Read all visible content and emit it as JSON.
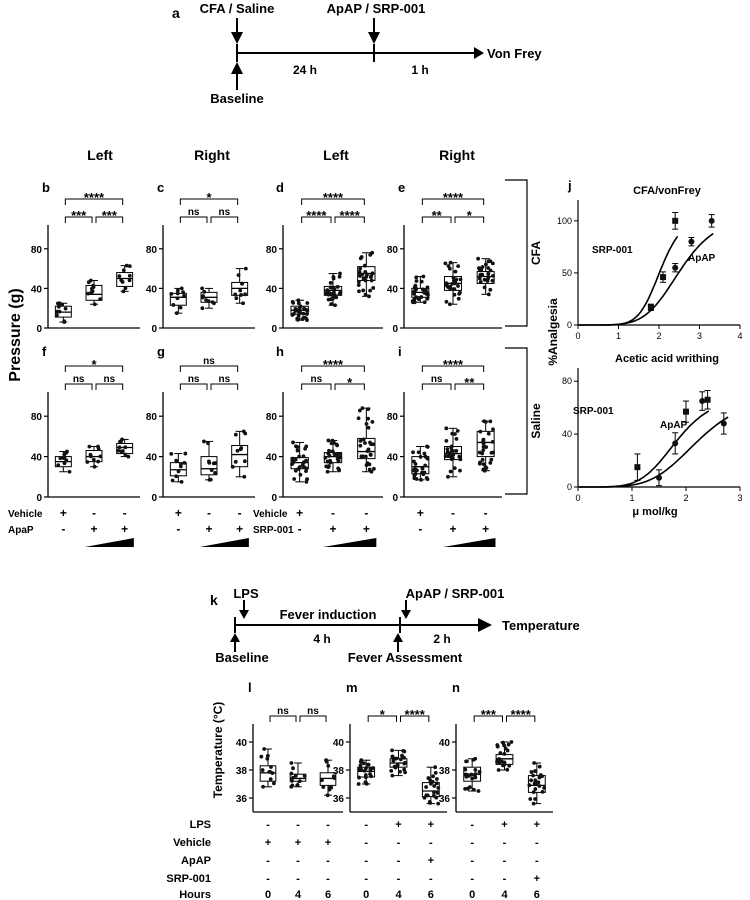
{
  "panel_letters": {
    "a": "a",
    "b": "b",
    "c": "c",
    "d": "d",
    "e": "e",
    "f": "f",
    "g": "g",
    "h": "h",
    "i": "i",
    "j": "j",
    "k": "k",
    "l": "l",
    "m": "m",
    "n": "n"
  },
  "timeline_a": {
    "top1": "CFA / Saline",
    "top2": "ApAP / SRP-001",
    "bottom1": "Baseline",
    "seg1": "24 h",
    "seg2": "1 h",
    "end": "Von Frey"
  },
  "timeline_k": {
    "top1": "LPS",
    "top2": "ApAP / SRP-001",
    "bottom1": "Baseline",
    "bottom2": "Fever Assessment",
    "seg1": "Fever induction",
    "seg2": "4 h",
    "seg3": "2 h",
    "end": "Temperature"
  },
  "col_headers": [
    "Left",
    "Right",
    "Left",
    "Right"
  ],
  "pressure_ylabel": "Pressure (g)",
  "group_labels": {
    "cfa": "CFA",
    "saline": "Saline"
  },
  "bottom_rows_left": [
    {
      "label": "Vehicle",
      "marks": [
        "+",
        "-",
        "-"
      ]
    },
    {
      "label": "ApaP",
      "marks": [
        "-",
        "+",
        "+"
      ]
    }
  ],
  "bottom_rows_right": [
    {
      "label": "Vehicle",
      "marks": [
        "+",
        "-",
        "-"
      ]
    },
    {
      "label": "SRP-001",
      "marks": [
        "-",
        "+",
        "+"
      ]
    }
  ],
  "bottom_rows_temp": [
    {
      "label": "LPS",
      "marks": [
        [
          "-",
          "-",
          "-"
        ],
        [
          "-",
          "+",
          "+"
        ],
        [
          "-",
          "+",
          "+"
        ]
      ]
    },
    {
      "label": "Vehicle",
      "marks": [
        [
          "+",
          "+",
          "+"
        ],
        [
          "-",
          "-",
          "-"
        ],
        [
          "-",
          "-",
          "-"
        ]
      ]
    },
    {
      "label": "ApAP",
      "marks": [
        [
          "-",
          "-",
          "-"
        ],
        [
          "-",
          "-",
          "+"
        ],
        [
          "-",
          "-",
          "-"
        ]
      ]
    },
    {
      "label": "SRP-001",
      "marks": [
        [
          "-",
          "-",
          "-"
        ],
        [
          "-",
          "-",
          "-"
        ],
        [
          "-",
          "-",
          "+"
        ]
      ]
    },
    {
      "label": "Hours",
      "marks": [
        [
          "0",
          "4",
          "6"
        ],
        [
          "0",
          "4",
          "6"
        ],
        [
          "0",
          "4",
          "6"
        ]
      ]
    }
  ],
  "temp_ylabel": "Temperature (°C)",
  "chart_data": [
    {
      "id": "b",
      "type": "box",
      "column": "Left",
      "group": "CFA",
      "ylim": [
        0,
        100
      ],
      "yticks": [
        "0",
        "40",
        "80"
      ],
      "boxes": [
        {
          "min": 6,
          "q1": 11,
          "median": 16,
          "q3": 22,
          "max": 25
        },
        {
          "min": 24,
          "q1": 28,
          "median": 34,
          "q3": 43,
          "max": 48
        },
        {
          "min": 37,
          "q1": 42,
          "median": 50,
          "q3": 56,
          "max": 63
        }
      ],
      "sig": [
        {
          "a": 0,
          "b": 1,
          "label": "***"
        },
        {
          "a": 1,
          "b": 2,
          "label": "***"
        },
        {
          "a": 0,
          "b": 2,
          "label": "****"
        }
      ]
    },
    {
      "id": "c",
      "type": "box",
      "column": "Right",
      "group": "CFA",
      "ylim": [
        0,
        100
      ],
      "yticks": [
        "0",
        "40",
        "80"
      ],
      "boxes": [
        {
          "min": 15,
          "q1": 23,
          "median": 31,
          "q3": 35,
          "max": 40
        },
        {
          "min": 20,
          "q1": 26,
          "median": 31,
          "q3": 36,
          "max": 40
        },
        {
          "min": 25,
          "q1": 33,
          "median": 40,
          "q3": 46,
          "max": 60
        }
      ],
      "sig": [
        {
          "a": 0,
          "b": 1,
          "label": "ns"
        },
        {
          "a": 1,
          "b": 2,
          "label": "ns"
        },
        {
          "a": 0,
          "b": 2,
          "label": "*"
        }
      ]
    },
    {
      "id": "d",
      "type": "box",
      "column": "Left",
      "group": "CFA",
      "ylim": [
        0,
        100
      ],
      "yticks": [
        "0",
        "40",
        "80"
      ],
      "boxes": [
        {
          "min": 8,
          "q1": 14,
          "median": 18,
          "q3": 22,
          "max": 28
        },
        {
          "min": 23,
          "q1": 33,
          "median": 38,
          "q3": 42,
          "max": 55
        },
        {
          "min": 32,
          "q1": 48,
          "median": 55,
          "q3": 62,
          "max": 76
        }
      ],
      "sig": [
        {
          "a": 0,
          "b": 1,
          "label": "****"
        },
        {
          "a": 1,
          "b": 2,
          "label": "****"
        },
        {
          "a": 0,
          "b": 2,
          "label": "****"
        }
      ]
    },
    {
      "id": "e",
      "type": "box",
      "column": "Right",
      "group": "CFA",
      "ylim": [
        0,
        100
      ],
      "yticks": [
        "0",
        "40",
        "80"
      ],
      "boxes": [
        {
          "min": 26,
          "q1": 31,
          "median": 36,
          "q3": 40,
          "max": 52
        },
        {
          "min": 24,
          "q1": 38,
          "median": 45,
          "q3": 52,
          "max": 66
        },
        {
          "min": 34,
          "q1": 45,
          "median": 52,
          "q3": 57,
          "max": 70
        }
      ],
      "sig": [
        {
          "a": 0,
          "b": 1,
          "label": "**"
        },
        {
          "a": 1,
          "b": 2,
          "label": "*"
        },
        {
          "a": 0,
          "b": 2,
          "label": "****"
        }
      ]
    },
    {
      "id": "f",
      "type": "box",
      "column": "Left",
      "group": "Saline",
      "ylim": [
        0,
        100
      ],
      "yticks": [
        "0",
        "40",
        "80"
      ],
      "boxes": [
        {
          "min": 25,
          "q1": 30,
          "median": 35,
          "q3": 40,
          "max": 45
        },
        {
          "min": 30,
          "q1": 35,
          "median": 40,
          "q3": 46,
          "max": 50
        },
        {
          "min": 40,
          "q1": 43,
          "median": 49,
          "q3": 53,
          "max": 57
        }
      ],
      "sig": [
        {
          "a": 0,
          "b": 1,
          "label": "ns"
        },
        {
          "a": 1,
          "b": 2,
          "label": "ns"
        },
        {
          "a": 0,
          "b": 2,
          "label": "*"
        }
      ]
    },
    {
      "id": "g",
      "type": "box",
      "column": "Right",
      "group": "Saline",
      "ylim": [
        0,
        100
      ],
      "yticks": [
        "0",
        "40",
        "80"
      ],
      "boxes": [
        {
          "min": 15,
          "q1": 21,
          "median": 27,
          "q3": 34,
          "max": 43
        },
        {
          "min": 17,
          "q1": 22,
          "median": 28,
          "q3": 40,
          "max": 55
        },
        {
          "min": 20,
          "q1": 30,
          "median": 42,
          "q3": 51,
          "max": 65
        }
      ],
      "sig": [
        {
          "a": 0,
          "b": 1,
          "label": "ns"
        },
        {
          "a": 1,
          "b": 2,
          "label": "ns"
        },
        {
          "a": 0,
          "b": 2,
          "label": "ns"
        }
      ]
    },
    {
      "id": "h",
      "type": "box",
      "column": "Left",
      "group": "Saline",
      "ylim": [
        0,
        100
      ],
      "yticks": [
        "0",
        "40",
        "80"
      ],
      "boxes": [
        {
          "min": 15,
          "q1": 28,
          "median": 34,
          "q3": 39,
          "max": 54
        },
        {
          "min": 25,
          "q1": 34,
          "median": 40,
          "q3": 44,
          "max": 56
        },
        {
          "min": 25,
          "q1": 38,
          "median": 45,
          "q3": 58,
          "max": 88
        }
      ],
      "sig": [
        {
          "a": 0,
          "b": 1,
          "label": "ns"
        },
        {
          "a": 1,
          "b": 2,
          "label": "*"
        },
        {
          "a": 0,
          "b": 2,
          "label": "****"
        }
      ]
    },
    {
      "id": "i",
      "type": "box",
      "column": "Right",
      "group": "Saline",
      "ylim": [
        0,
        100
      ],
      "yticks": [
        "0",
        "40",
        "80"
      ],
      "boxes": [
        {
          "min": 17,
          "q1": 23,
          "median": 30,
          "q3": 40,
          "max": 50
        },
        {
          "min": 20,
          "q1": 37,
          "median": 43,
          "q3": 50,
          "max": 68
        },
        {
          "min": 26,
          "q1": 40,
          "median": 54,
          "q3": 65,
          "max": 75
        }
      ],
      "sig": [
        {
          "a": 0,
          "b": 1,
          "label": "ns"
        },
        {
          "a": 1,
          "b": 2,
          "label": "**"
        },
        {
          "a": 0,
          "b": 2,
          "label": "****"
        }
      ]
    },
    {
      "id": "j_top",
      "type": "scatter",
      "title": "CFA/vonFrey",
      "ylabel": "%Analgesia",
      "xlim": [
        0,
        4
      ],
      "ylim": [
        0,
        120
      ],
      "xticks": [
        "0",
        "1",
        "2",
        "3",
        "4"
      ],
      "yticks": [
        "0",
        "50",
        "100"
      ],
      "series": [
        {
          "name": "SRP-001",
          "x": [
            1.8,
            2.1,
            2.4
          ],
          "y": [
            17,
            46,
            100
          ],
          "err": [
            3,
            5,
            8
          ]
        },
        {
          "name": "ApAP",
          "x": [
            2.4,
            2.8,
            3.3
          ],
          "y": [
            55,
            80,
            100
          ],
          "err": [
            4,
            4,
            6
          ]
        }
      ]
    },
    {
      "id": "j_bottom",
      "type": "scatter",
      "title": "Acetic acid writhing",
      "xlabel": "μ mol/kg",
      "xlim": [
        0,
        3
      ],
      "ylim": [
        0,
        90
      ],
      "xticks": [
        "0",
        "1",
        "2",
        "3"
      ],
      "yticks": [
        "0",
        "40",
        "80"
      ],
      "series": [
        {
          "name": "SRP-001",
          "x": [
            1.1,
            2.0,
            2.4
          ],
          "y": [
            15,
            57,
            66
          ],
          "err": [
            10,
            8,
            7
          ]
        },
        {
          "name": "ApAP",
          "x": [
            1.5,
            1.8,
            2.3,
            2.7
          ],
          "y": [
            7,
            33,
            65,
            48
          ],
          "err": [
            6,
            8,
            7,
            8
          ]
        }
      ]
    },
    {
      "id": "l",
      "type": "box",
      "ylim": [
        35,
        41
      ],
      "yticks": [
        "36",
        "38",
        "40"
      ],
      "boxes": [
        {
          "min": 36.8,
          "q1": 37.2,
          "median": 37.8,
          "q3": 38.3,
          "max": 39.5
        },
        {
          "min": 36.8,
          "q1": 37.2,
          "median": 37.4,
          "q3": 37.7,
          "max": 38.5
        },
        {
          "min": 36.2,
          "q1": 36.9,
          "median": 37.4,
          "q3": 37.8,
          "max": 38.7
        }
      ],
      "sig": [
        {
          "a": 0,
          "b": 1,
          "label": "ns"
        },
        {
          "a": 1,
          "b": 2,
          "label": "ns"
        }
      ]
    },
    {
      "id": "m",
      "type": "box",
      "ylim": [
        35,
        41
      ],
      "yticks": [
        "36",
        "38",
        "40"
      ],
      "boxes": [
        {
          "min": 37.0,
          "q1": 37.5,
          "median": 37.9,
          "q3": 38.2,
          "max": 38.7
        },
        {
          "min": 37.6,
          "q1": 38.2,
          "median": 38.5,
          "q3": 38.8,
          "max": 39.4
        },
        {
          "min": 35.6,
          "q1": 36.1,
          "median": 36.5,
          "q3": 37.1,
          "max": 38.2
        }
      ],
      "sig": [
        {
          "a": 0,
          "b": 1,
          "label": "*"
        },
        {
          "a": 1,
          "b": 2,
          "label": "****"
        }
      ]
    },
    {
      "id": "n",
      "type": "box",
      "ylim": [
        35,
        41
      ],
      "yticks": [
        "36",
        "38",
        "40"
      ],
      "boxes": [
        {
          "min": 36.5,
          "q1": 37.2,
          "median": 37.7,
          "q3": 38.2,
          "max": 38.8
        },
        {
          "min": 38.0,
          "q1": 38.4,
          "median": 38.8,
          "q3": 39.1,
          "max": 40.0
        },
        {
          "min": 35.6,
          "q1": 36.4,
          "median": 36.9,
          "q3": 37.6,
          "max": 38.5
        }
      ],
      "sig": [
        {
          "a": 0,
          "b": 1,
          "label": "***"
        },
        {
          "a": 1,
          "b": 2,
          "label": "****"
        }
      ]
    }
  ]
}
